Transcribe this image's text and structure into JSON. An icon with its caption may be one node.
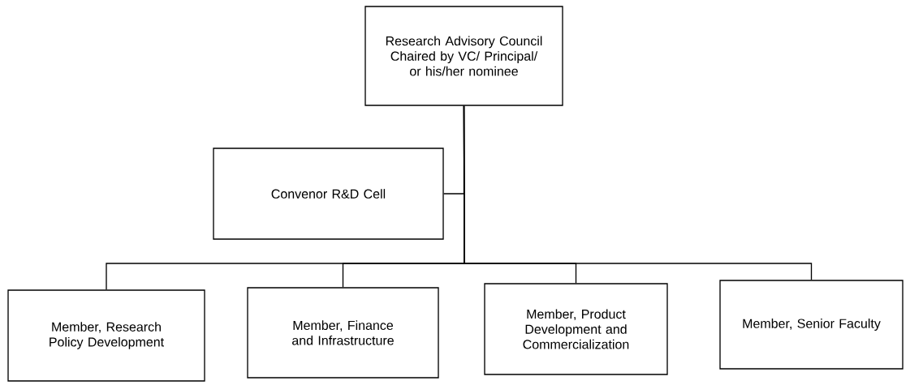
{
  "diagram": {
    "nodes": [
      {
        "text": [
          "Research Advisory Council Chaired by VC/ Principal/ or his/her nominee"
        ]
      },
      {
        "text": [
          "Convenor R&D Cell"
        ]
      },
      {
        "text": [
          "Member, Research Policy Development"
        ]
      },
      {
        "text": [
          "Member, Finance and Infrastructure"
        ]
      },
      {
        "text": [
          "Member, Product Development and Commercialization"
        ]
      },
      {
        "text": [
          "Member, Senior Faculty"
        ]
      }
    ],
    "edges": [
      {
        "from": 0,
        "to": 1,
        "arrow": "none"
      },
      {
        "from": 0,
        "to": 2,
        "arrow": "none"
      },
      {
        "from": 0,
        "to": 3,
        "arrow": "none"
      },
      {
        "from": 0,
        "to": 4,
        "arrow": "none"
      },
      {
        "from": 0,
        "to": 5,
        "arrow": "none"
      }
    ]
  }
}
